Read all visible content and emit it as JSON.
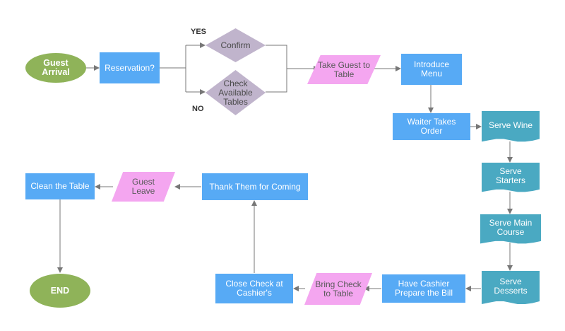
{
  "colors": {
    "rectangle": "#57aaf5",
    "terminal": "#8fb359",
    "parallelogram": "#f4a6f0",
    "decision": "#c0b4cc",
    "document": "#4aa9c2",
    "connector": "#777777"
  },
  "nodes": {
    "guest_arrival": "Guest Arrival",
    "reservation": "Reservation?",
    "confirm": "Confirm",
    "check_tables": "Check Available Tables",
    "take_guest": "Take Guest to Table",
    "introduce_menu": "Introduce Menu",
    "waiter_order": "Waiter Takes Order",
    "serve_wine": "Serve Wine",
    "serve_starters": "Serve Starters",
    "serve_main": "Serve Main Course",
    "serve_desserts": "Serve Desserts",
    "cashier_bill": "Have Cashier Prepare the Bill",
    "bring_check": "Bring Check to Table",
    "close_check": "Close Check at Cashier's",
    "thank_them": "Thank Them for Coming",
    "guest_leave": "Guest Leave",
    "clean_table": "Clean the Table",
    "end": "END"
  },
  "edge_labels": {
    "yes": "YES",
    "no": "NO"
  }
}
